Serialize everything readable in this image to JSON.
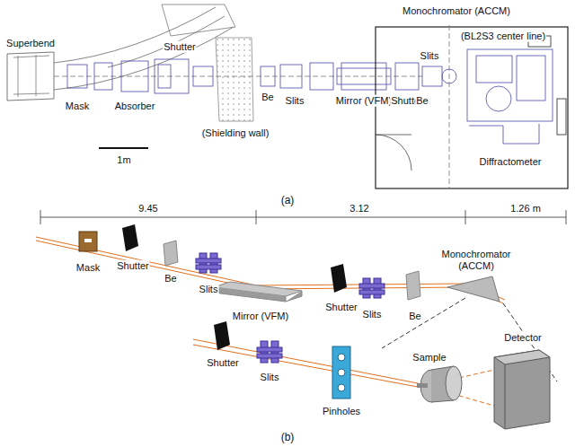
{
  "diagram": {
    "labels": [
      "Superbend",
      "Mask",
      "Absorber",
      "Shutter",
      "(Shielding wall)",
      "Be",
      "Slits",
      "Mirror (VFM)",
      "Shutter",
      "Monochromator (ACCM)",
      "(BL2S3 center line)",
      "Slits",
      "Be",
      "Diffractometer",
      "1m",
      "(a)",
      "9.45",
      "3.12",
      "1.26 m",
      "Mask",
      "Shutter",
      "Be",
      "Slits",
      "Mirror (VFM)",
      "Shutter",
      "Slits",
      "Be",
      "Monochromator (ACCM)",
      "Shutter",
      "Slits",
      "Pinholes",
      "Sample",
      "Detector",
      "(b)"
    ]
  }
}
